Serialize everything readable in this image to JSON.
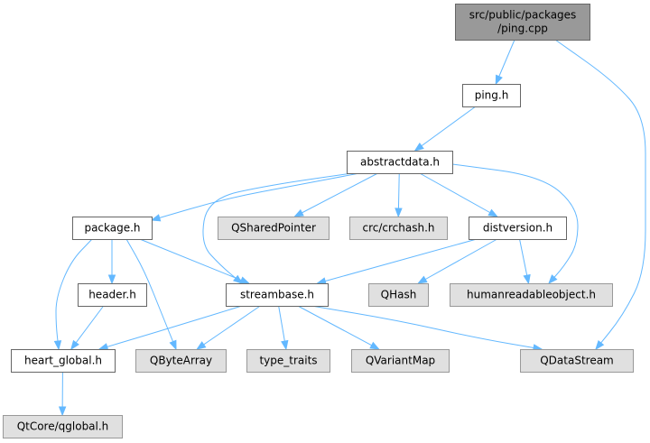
{
  "diagram": {
    "colors": {
      "edge": "#63b8ff",
      "node_border": "#666666",
      "node_fill": "#ffffff",
      "external_fill": "#e0e0e0",
      "external_border": "#999999",
      "root_fill": "#999999"
    },
    "nodes": [
      {
        "id": "ping_cpp",
        "label": [
          "src/public/packages",
          "/ping.cpp"
        ],
        "kind": "root"
      },
      {
        "id": "ping_h",
        "label": [
          "ping.h"
        ],
        "kind": "normal"
      },
      {
        "id": "abstractdata_h",
        "label": [
          "abstractdata.h"
        ],
        "kind": "normal"
      },
      {
        "id": "package_h",
        "label": [
          "package.h"
        ],
        "kind": "normal"
      },
      {
        "id": "qsharedpointer",
        "label": [
          "QSharedPointer"
        ],
        "kind": "external"
      },
      {
        "id": "crchash_h",
        "label": [
          "crc/crchash.h"
        ],
        "kind": "external"
      },
      {
        "id": "distversion_h",
        "label": [
          "distversion.h"
        ],
        "kind": "normal"
      },
      {
        "id": "header_h",
        "label": [
          "header.h"
        ],
        "kind": "normal"
      },
      {
        "id": "streambase_h",
        "label": [
          "streambase.h"
        ],
        "kind": "normal"
      },
      {
        "id": "qhash",
        "label": [
          "QHash"
        ],
        "kind": "external"
      },
      {
        "id": "humanreadableobject_h",
        "label": [
          "humanreadableobject.h"
        ],
        "kind": "external"
      },
      {
        "id": "heart_global_h",
        "label": [
          "heart_global.h"
        ],
        "kind": "normal"
      },
      {
        "id": "qbytearray",
        "label": [
          "QByteArray"
        ],
        "kind": "external"
      },
      {
        "id": "type_traits",
        "label": [
          "type_traits"
        ],
        "kind": "external"
      },
      {
        "id": "qvariantmap",
        "label": [
          "QVariantMap"
        ],
        "kind": "external"
      },
      {
        "id": "qdatastream",
        "label": [
          "QDataStream"
        ],
        "kind": "external"
      },
      {
        "id": "qtcore_qglobal_h",
        "label": [
          "QtCore/qglobal.h"
        ],
        "kind": "external"
      }
    ],
    "edges": [
      {
        "from": "ping_cpp",
        "to": "ping_h"
      },
      {
        "from": "ping_cpp",
        "to": "qdatastream"
      },
      {
        "from": "ping_h",
        "to": "abstractdata_h"
      },
      {
        "from": "abstractdata_h",
        "to": "package_h"
      },
      {
        "from": "abstractdata_h",
        "to": "qsharedpointer"
      },
      {
        "from": "abstractdata_h",
        "to": "crchash_h"
      },
      {
        "from": "abstractdata_h",
        "to": "distversion_h"
      },
      {
        "from": "abstractdata_h",
        "to": "humanreadableobject_h"
      },
      {
        "from": "abstractdata_h",
        "to": "streambase_h"
      },
      {
        "from": "package_h",
        "to": "header_h"
      },
      {
        "from": "package_h",
        "to": "streambase_h"
      },
      {
        "from": "package_h",
        "to": "heart_global_h"
      },
      {
        "from": "package_h",
        "to": "qbytearray"
      },
      {
        "from": "distversion_h",
        "to": "streambase_h"
      },
      {
        "from": "distversion_h",
        "to": "qhash"
      },
      {
        "from": "distversion_h",
        "to": "humanreadableobject_h"
      },
      {
        "from": "header_h",
        "to": "heart_global_h"
      },
      {
        "from": "streambase_h",
        "to": "heart_global_h"
      },
      {
        "from": "streambase_h",
        "to": "qbytearray"
      },
      {
        "from": "streambase_h",
        "to": "type_traits"
      },
      {
        "from": "streambase_h",
        "to": "qvariantmap"
      },
      {
        "from": "streambase_h",
        "to": "qdatastream"
      },
      {
        "from": "heart_global_h",
        "to": "qtcore_qglobal_h"
      }
    ]
  }
}
